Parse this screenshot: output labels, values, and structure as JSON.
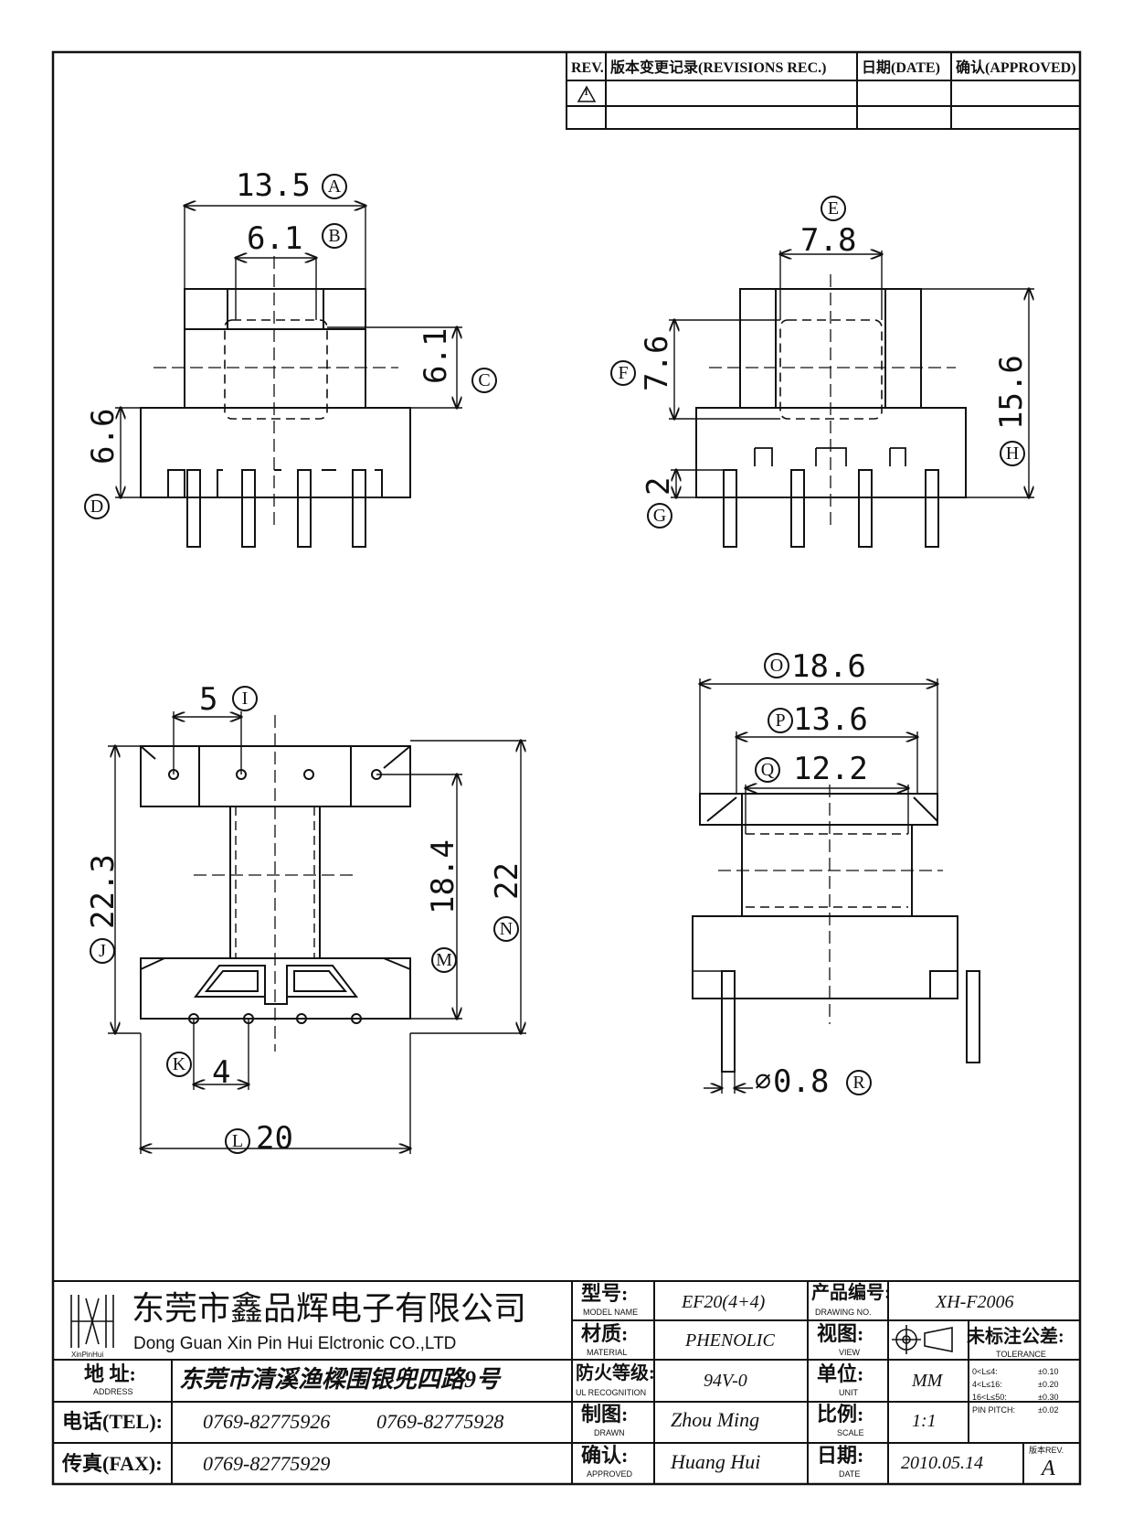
{
  "revision_table": {
    "rev": "REV.",
    "record": "版本变更记录(REVISIONS REC.)",
    "date": "日期(DATE)",
    "approved": "确认(APPROVED)",
    "rev_mark": "1"
  },
  "dimensions": {
    "A": "13.5",
    "B": "6.1",
    "C": "6.1",
    "D": "6.6",
    "E": "7.8",
    "F": "7.6",
    "G": "2",
    "H": "15.6",
    "I": "5",
    "J": "22.3",
    "K": "4",
    "L": "20",
    "M": "18.4",
    "N": "22",
    "O": "18.6",
    "P": "13.6",
    "Q": "12.2",
    "R": "0.8",
    "phi": "⌀"
  },
  "labels": {
    "A": "A",
    "B": "B",
    "C": "C",
    "D": "D",
    "E": "E",
    "F": "F",
    "G": "G",
    "H": "H",
    "I": "I",
    "J": "J",
    "K": "K",
    "L": "L",
    "M": "M",
    "N": "N",
    "O": "O",
    "P": "P",
    "Q": "Q",
    "R": "R"
  },
  "title_block": {
    "logo_text": "XinPinHui",
    "company_cn": "东莞市鑫品辉电子有限公司",
    "company_en": "Dong Guan Xin Pin Hui Elctronic CO.,LTD",
    "address_label_cn": "地 址:",
    "address_label_en": "ADDRESS",
    "address": "东莞市清溪渔樑围银兜四路9号",
    "tel_label": "电话(TEL):",
    "tel1": "0769-82775926",
    "tel2": "0769-82775928",
    "fax_label": "传真(FAX):",
    "fax": "0769-82775929",
    "model_cn": "型号:",
    "model_en": "MODEL NAME",
    "model": "EF20(4+4)",
    "material_cn": "材质:",
    "material_en": "MATERIAL",
    "material": "PHENOLIC",
    "fire_cn": "防火等级:",
    "fire_en": "UL RECOGNITION",
    "fire": "94V-0",
    "drawn_cn": "制图:",
    "drawn_en": "DRAWN",
    "drawn": "Zhou Ming",
    "approved_cn": "确认:",
    "approved_en": "APPROVED",
    "approved": "Huang Hui",
    "drawing_no_cn": "产品编号:",
    "drawing_no_en": "DRAWING NO.",
    "drawing_no": "XH-F2006",
    "view_cn": "视图:",
    "view_en": "VIEW",
    "unit_cn": "单位:",
    "unit_en": "UNIT",
    "unit": "MM",
    "scale_cn": "比例:",
    "scale_en": "SCALE",
    "scale": "1:1",
    "date_cn": "日期:",
    "date_en": "DATE",
    "date": "2010.05.14",
    "tolerance_cn": "未标注公差:",
    "tolerance_en": "TOLERANCE",
    "tolerances": [
      {
        "range": "0<L≤4:",
        "value": "±0.10"
      },
      {
        "range": "4<L≤16:",
        "value": "±0.20"
      },
      {
        "range": "16<L≤50:",
        "value": "±0.30"
      },
      {
        "range": "PIN PITCH:",
        "value": "±0.02"
      }
    ],
    "version_label": "版本REV.",
    "version": "A"
  }
}
